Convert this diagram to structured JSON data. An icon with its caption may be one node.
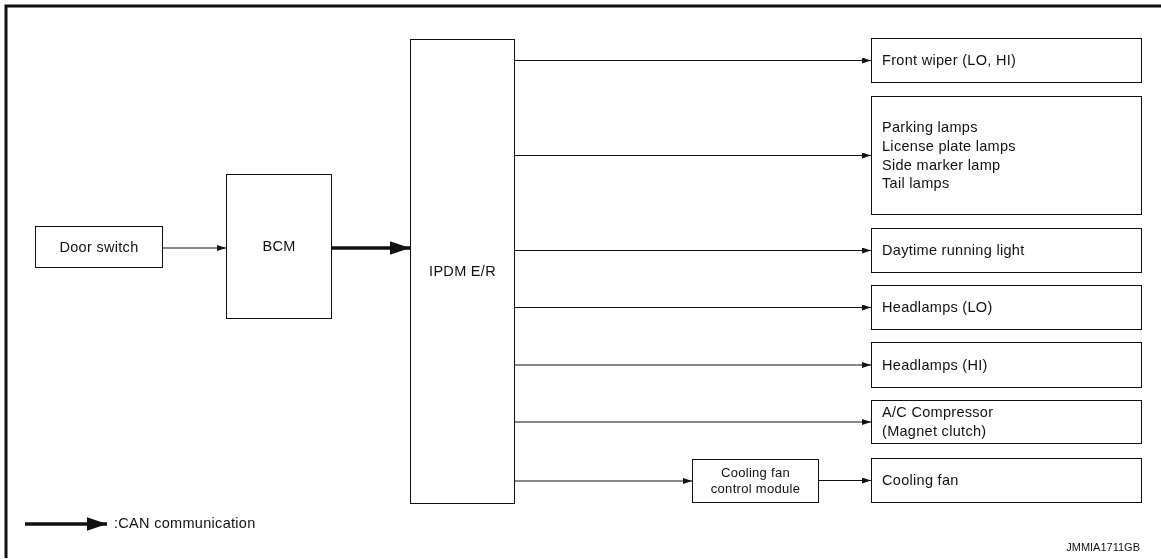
{
  "diagram": {
    "nodes": [
      {
        "text": [
          "Door switch"
        ]
      },
      {
        "text": [
          "BCM"
        ]
      },
      {
        "text": [
          "IPDM E/R"
        ]
      },
      {
        "text": [
          "Front wiper (LO, HI)"
        ]
      },
      {
        "text": [
          "Parking lamps",
          "License plate lamps",
          "Side marker lamp",
          "Tail lamps"
        ]
      },
      {
        "text": [
          "Daytime running light"
        ]
      },
      {
        "text": [
          "Headlamps (LO)"
        ]
      },
      {
        "text": [
          "Headlamps (HI)"
        ]
      },
      {
        "text": [
          "A/C Compressor (Magnet clutch)"
        ]
      },
      {
        "text": [
          "Cooling fan control module"
        ]
      },
      {
        "text": [
          "Cooling fan"
        ]
      }
    ],
    "edges": [
      {
        "from": 0,
        "to": 1,
        "arrow": "to"
      },
      {
        "from": 1,
        "to": 2,
        "arrow": "to",
        "style": "thick"
      },
      {
        "from": 2,
        "to": 3,
        "arrow": "to"
      },
      {
        "from": 2,
        "to": 4,
        "arrow": "to"
      },
      {
        "from": 2,
        "to": 5,
        "arrow": "to"
      },
      {
        "from": 2,
        "to": 6,
        "arrow": "to"
      },
      {
        "from": 2,
        "to": 7,
        "arrow": "to"
      },
      {
        "from": 2,
        "to": 8,
        "arrow": "to"
      },
      {
        "from": 2,
        "to": 9,
        "arrow": "to"
      },
      {
        "from": 9,
        "to": 10,
        "arrow": "to"
      }
    ],
    "labels": [
      "JMMIA1711GB"
    ],
    "legend": [
      {
        "text": ":CAN communication"
      }
    ]
  }
}
